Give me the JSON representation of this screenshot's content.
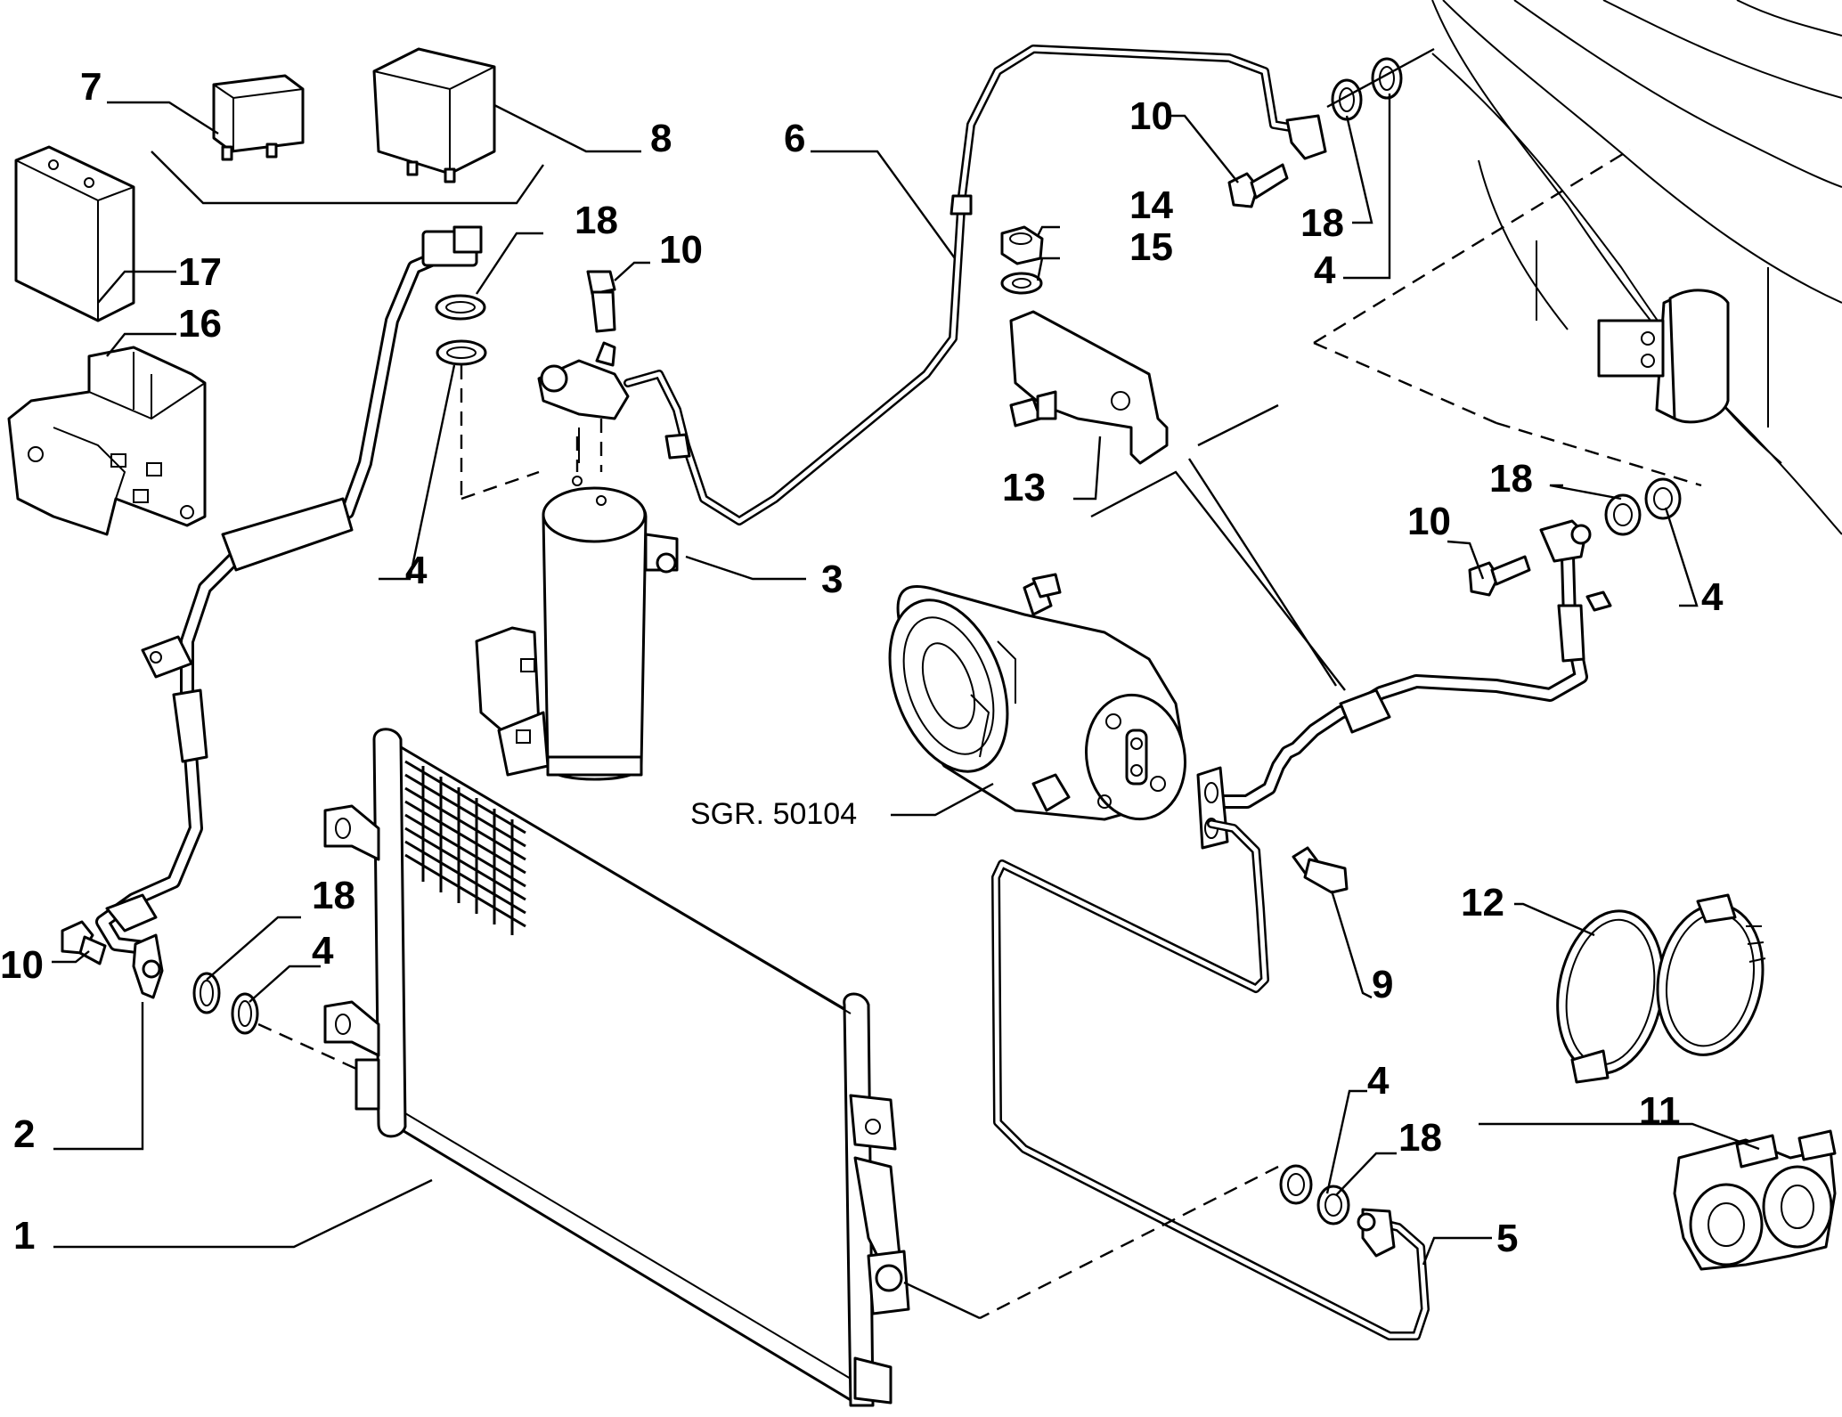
{
  "diagram": {
    "reference_label": "SGR. 50104",
    "callouts": {
      "condenser": "1",
      "condenser_hose_bracket": "2",
      "receiver_drier": "3",
      "o_ring": "4",
      "condenser_to_compressor_line": "5",
      "high_pressure_line": "6",
      "relay_small": "7",
      "relay_large": "8",
      "compressor_bolt": "9",
      "bolt": "10",
      "clip": "11",
      "clamp": "12",
      "support_bracket": "13",
      "nut": "14",
      "washer": "15",
      "relay_holder": "16",
      "control_unit": "17",
      "seal": "18"
    }
  }
}
